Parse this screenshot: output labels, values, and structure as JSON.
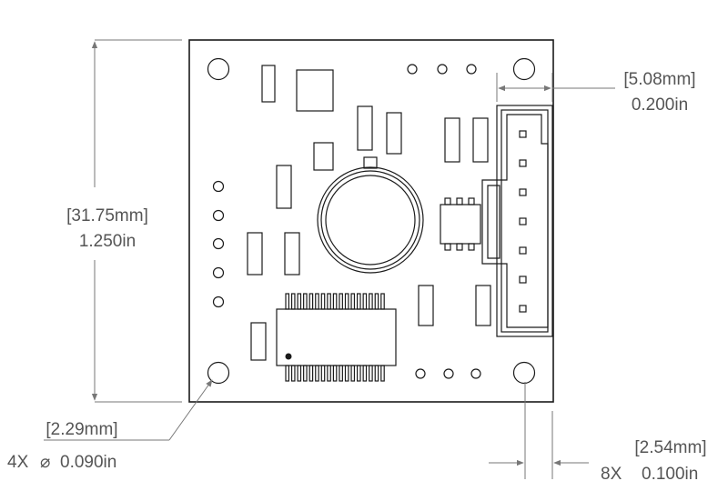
{
  "dimensions": {
    "height": {
      "mm": "[31.75mm]",
      "in": "1.250in"
    },
    "connector_offset": {
      "mm": "[5.08mm]",
      "in": "0.200in"
    },
    "hole": {
      "mm": "[2.29mm]",
      "count": "4X",
      "diameter_symbol": "⌀",
      "in": "0.090in"
    },
    "pitch": {
      "mm": "[2.54mm]",
      "count": "8X",
      "in": "0.100in"
    }
  }
}
